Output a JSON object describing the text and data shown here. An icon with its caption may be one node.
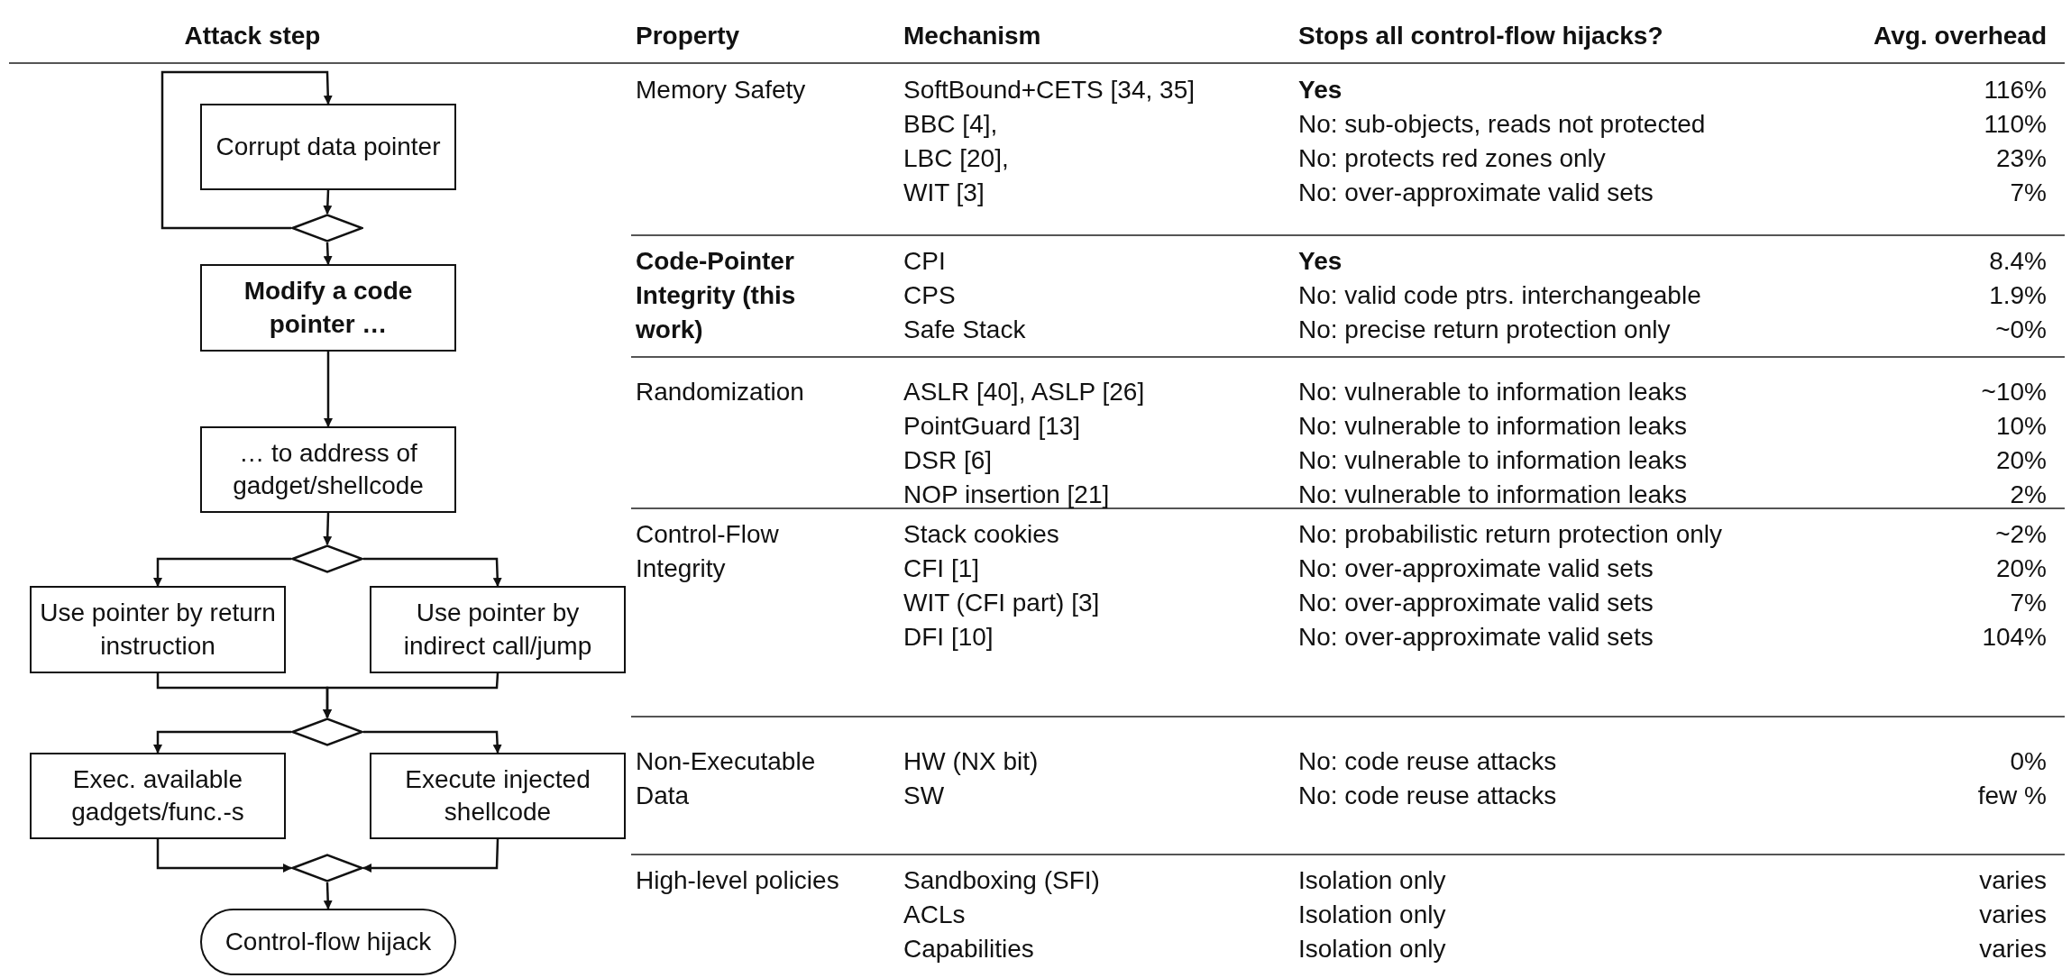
{
  "diagram": {
    "nodes": [
      {
        "text": [
          "Corrupt data pointer"
        ]
      },
      {
        "text": [],
        "shape": "diamond"
      },
      {
        "text": [
          "Modify a code pointer …"
        ]
      },
      {
        "text": [
          "… to address of gadget/shellcode"
        ]
      },
      {
        "text": [],
        "shape": "diamond"
      },
      {
        "text": [
          "Use pointer by return instruction"
        ]
      },
      {
        "text": [
          "Use pointer by indirect call/jump"
        ]
      },
      {
        "text": [],
        "shape": "diamond"
      },
      {
        "text": [
          "Exec. available gadgets/func.-s"
        ]
      },
      {
        "text": [
          "Execute injected shellcode"
        ]
      },
      {
        "text": [],
        "shape": "diamond"
      },
      {
        "text": [
          "Control-flow hijack"
        ]
      }
    ],
    "edges": [
      {
        "from": 0,
        "to": 1,
        "arrow": "to"
      },
      {
        "from": 1,
        "to": 0,
        "arrow": "to"
      },
      {
        "from": 1,
        "to": 2,
        "arrow": "to"
      },
      {
        "from": 2,
        "to": 3,
        "arrow": "to"
      },
      {
        "from": 3,
        "to": 4,
        "arrow": "to"
      },
      {
        "from": 4,
        "to": 5,
        "arrow": "to"
      },
      {
        "from": 4,
        "to": 6,
        "arrow": "to"
      },
      {
        "from": 5,
        "to": 7,
        "arrow": "to"
      },
      {
        "from": 6,
        "to": 7,
        "arrow": "to"
      },
      {
        "from": 7,
        "to": 8,
        "arrow": "to"
      },
      {
        "from": 7,
        "to": 9,
        "arrow": "to"
      },
      {
        "from": 8,
        "to": 10,
        "arrow": "to"
      },
      {
        "from": 9,
        "to": 10,
        "arrow": "to"
      },
      {
        "from": 10,
        "to": 11,
        "arrow": "to"
      }
    ],
    "labels": [
      "Attack step",
      "Property",
      "Mechanism",
      "Stops all control-flow hijacks?",
      "Avg. overhead",
      "Memory Safety",
      "SoftBound+CETS [34, 35]",
      "Yes",
      "116%",
      "BBC [4],",
      "No: sub-objects, reads not protected",
      "110%",
      "LBC [20],",
      "No: protects red zones only",
      "23%",
      "WIT [3]",
      "No: over-approximate valid sets",
      "7%",
      "Code-Pointer Integrity (this work)",
      "CPI",
      "Yes",
      "8.4%",
      "CPS",
      "No: valid code ptrs. interchangeable",
      "1.9%",
      "Safe Stack",
      "No: precise return protection only",
      "~0%",
      "Randomization",
      "ASLR [40], ASLP [26]",
      "No: vulnerable to information leaks",
      "~10%",
      "PointGuard [13]",
      "No: vulnerable to information leaks",
      "10%",
      "DSR [6]",
      "No: vulnerable to information leaks",
      "20%",
      "NOP insertion [21]",
      "No: vulnerable to information leaks",
      "2%",
      "Control-Flow Integrity",
      "Stack cookies",
      "No: probabilistic return protection only",
      "~2%",
      "CFI [1]",
      "No: over-approximate valid sets",
      "20%",
      "WIT (CFI part) [3]",
      "No: over-approximate valid sets",
      "7%",
      "DFI [10]",
      "No: over-approximate valid sets",
      "104%",
      "Non-Executable Data",
      "HW (NX bit)",
      "No: code reuse attacks",
      "0%",
      "SW",
      "No: code reuse attacks",
      "few %",
      "High-level policies",
      "Sandboxing (SFI)",
      "Isolation only",
      "varies",
      "ACLs",
      "Isolation only",
      "varies",
      "Capabilities",
      "Isolation only",
      "varies"
    ]
  }
}
